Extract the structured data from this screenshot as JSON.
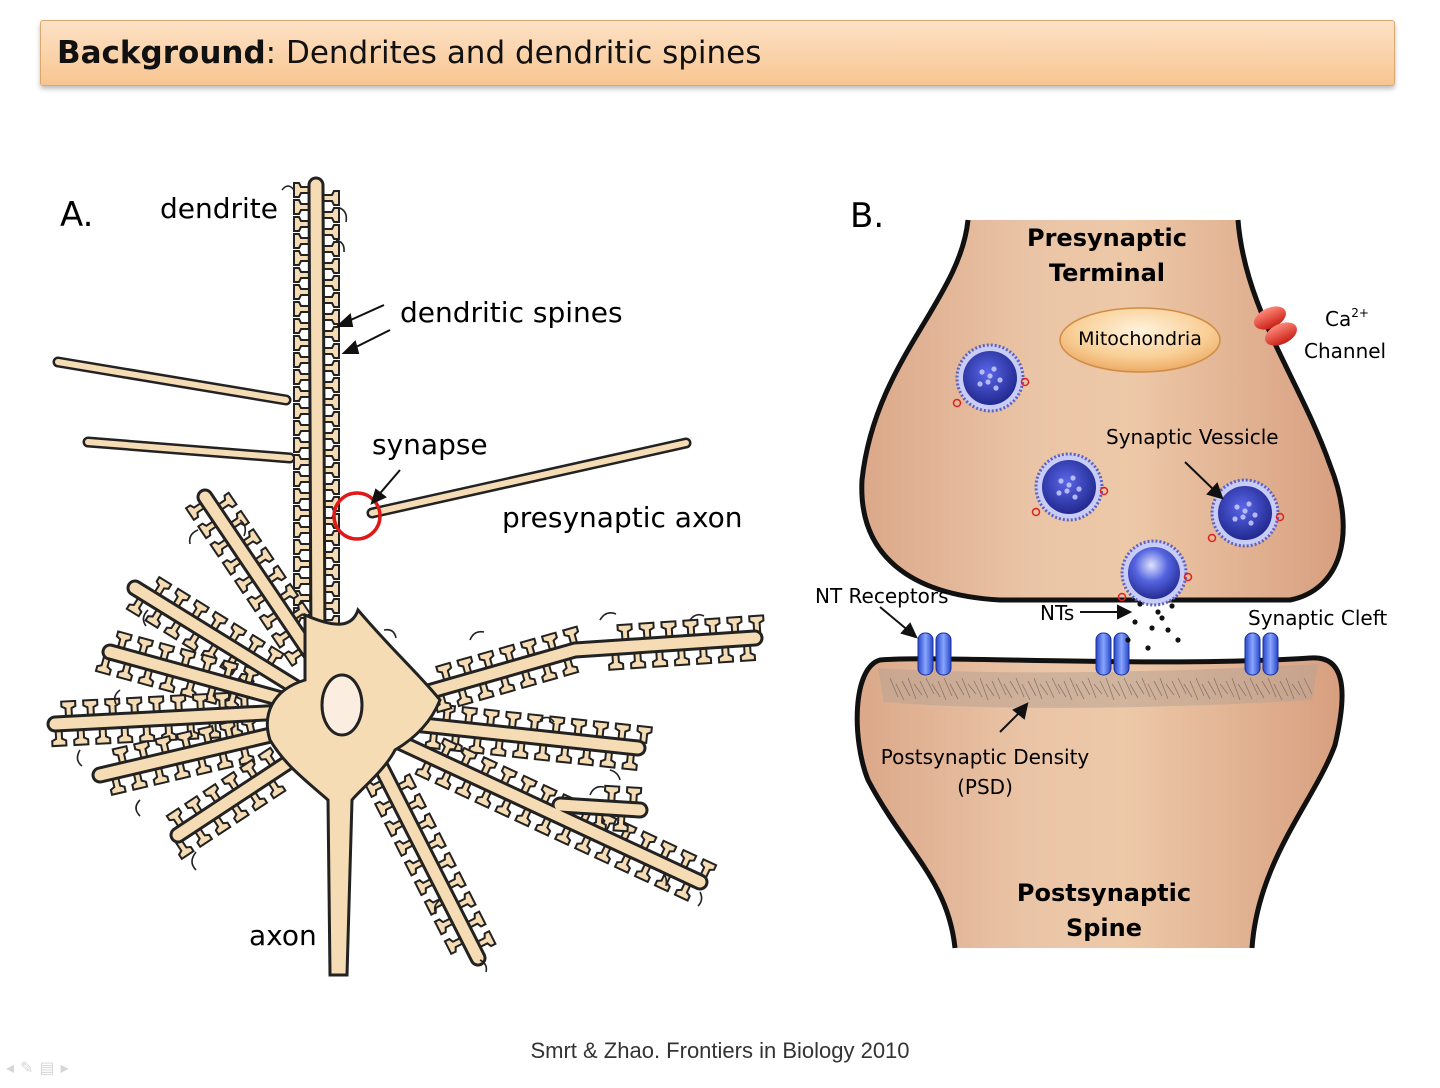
{
  "header": {
    "title_bold": "Background",
    "title_rest": ": Dendrites and dendritic spines"
  },
  "panel_a": {
    "label": "A.",
    "dendrite": "dendrite",
    "dendritic_spines": "dendritic spines",
    "synapse": "synapse",
    "presynaptic_axon": "presynaptic axon",
    "axon": "axon"
  },
  "panel_b": {
    "label": "B.",
    "presynaptic_line1": "Presynaptic",
    "presynaptic_line2": "Terminal",
    "mitochondria": "Mitochondria",
    "ca_base": "Ca",
    "ca_sup": "2+",
    "channel": "Channel",
    "synaptic_vesicle": "Synaptic Vessicle",
    "nt_receptors": "NT Receptors",
    "nts": "NTs",
    "synaptic_cleft": "Synaptic Cleft",
    "psd_line1": "Postsynaptic Density",
    "psd_line2": "(PSD)",
    "postsynaptic_line1": "Postsynaptic",
    "postsynaptic_line2": "Spine"
  },
  "footer": {
    "citation": "Smrt & Zhao. Frontiers in Biology 2010"
  },
  "colors": {
    "neuron_fill": "#f5dcb4",
    "terminal_fill": "#e6b48e",
    "vesicle": "#3a44c8",
    "receptor": "#3d63e0",
    "synapse_circle": "#e01818",
    "banner": "#f9cfa2"
  }
}
